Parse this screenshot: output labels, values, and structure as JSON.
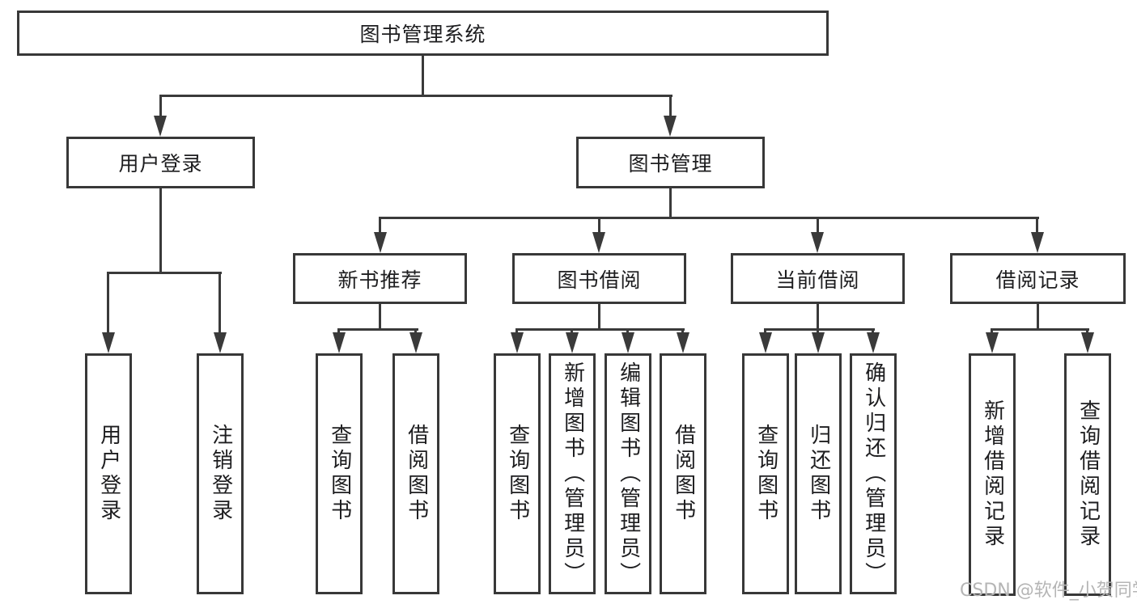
{
  "tree": {
    "label": "图书管理系统",
    "children": [
      {
        "label": "用户登录",
        "children": [
          {
            "label": "用户登录"
          },
          {
            "label": "注销登录"
          }
        ]
      },
      {
        "label": "图书管理",
        "children": [
          {
            "label": "新书推荐",
            "children": [
              {
                "label": "查询图书"
              },
              {
                "label": "借阅图书"
              }
            ]
          },
          {
            "label": "图书借阅",
            "children": [
              {
                "label": "查询图书"
              },
              {
                "label": "新增图书（管理员）"
              },
              {
                "label": "编辑图书（管理员）"
              },
              {
                "label": "借阅图书"
              }
            ]
          },
          {
            "label": "当前借阅",
            "children": [
              {
                "label": "查询图书"
              },
              {
                "label": "归还图书"
              },
              {
                "label": "确认归还（管理员）"
              }
            ]
          },
          {
            "label": "借阅记录",
            "children": [
              {
                "label": "新增借阅记录"
              },
              {
                "label": "查询借阅记录"
              }
            ]
          }
        ]
      }
    ]
  },
  "watermark": {
    "text": "CSDN @软件_小贺同学"
  },
  "colors": {
    "background": "#ffffff",
    "line": "#3a3a3a",
    "box_border": "#383838",
    "text": "#1d1d1f",
    "watermark": "#b5b5b5"
  }
}
